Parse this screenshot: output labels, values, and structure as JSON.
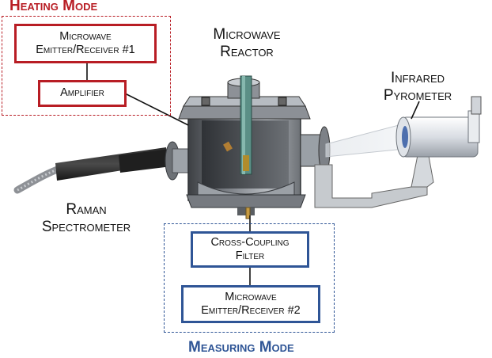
{
  "colors": {
    "heating": "#b81d24",
    "measuring": "#2f5596",
    "metal": "#5f6368",
    "glass": "#e6e9ee",
    "rod": "#5b8f86"
  },
  "heating_mode": {
    "title": "Heating Mode",
    "emitter_line1": "Microwave",
    "emitter_line2": "Emitter/Receiver #1",
    "amplifier": "Amplifier"
  },
  "measuring_mode": {
    "title": "Measuring Mode",
    "filter_line1": "Cross-Coupling",
    "filter_line2": "Filter",
    "emitter_line1": "Microwave",
    "emitter_line2": "Emitter/Receiver #2"
  },
  "labels": {
    "reactor_line1": "Microwave",
    "reactor_line2": "Reactor",
    "pyrometer_line1": "Infrared",
    "pyrometer_line2": "Pyrometer",
    "raman_line1": "Raman",
    "raman_line2": "Spectrometer"
  }
}
